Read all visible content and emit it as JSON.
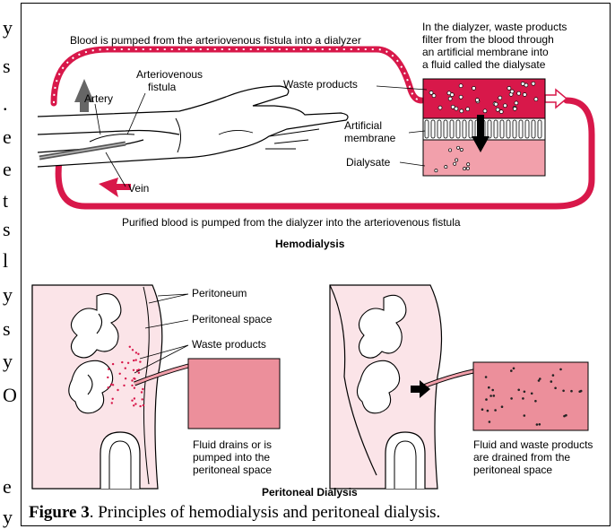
{
  "margin_fragments": [
    "y",
    "s",
    ".",
    "e",
    "e",
    "t",
    "s",
    "l",
    "y",
    "s",
    "y",
    "O",
    "e",
    "y"
  ],
  "hemodialysis": {
    "top_text": "Blood is pumped from the arteriovenous fistula into a dialyzer",
    "dialyzer_note": [
      "In the dialyzer, waste products",
      "filter from the blood through",
      "an artificial membrane into",
      "a fluid called the dialysate"
    ],
    "labels": {
      "arteriovenous": "Arteriovenous",
      "fistula": "fistula",
      "artery": "Artery",
      "vein": "Vein",
      "waste_products": "Waste products",
      "artificial": "Artificial",
      "membrane": "membrane",
      "dialysate": "Dialysate"
    },
    "bottom_text": "Purified blood is pumped from the dialyzer into the arteriovenous fistula",
    "title": "Hemodialysis"
  },
  "peritoneal": {
    "labels": {
      "peritoneum": "Peritoneum",
      "peritoneal_space": "Peritoneal space",
      "waste_products": "Waste products"
    },
    "left_note": [
      "Fluid drains or is",
      "pumped into the",
      "peritoneal space"
    ],
    "right_note": [
      "Fluid and waste products",
      "are drained from the",
      "peritoneal space"
    ],
    "title": "Peritoneal Dialysis"
  },
  "caption": {
    "bold": "Figure 3",
    "text": ".  Principles of hemodialysis and peritoneal dialysis."
  },
  "colors": {
    "blood": "#d8184a",
    "dialysate": "#f2a0ab",
    "fluid_box": "#ec8f9b",
    "skin_line": "#000000"
  }
}
